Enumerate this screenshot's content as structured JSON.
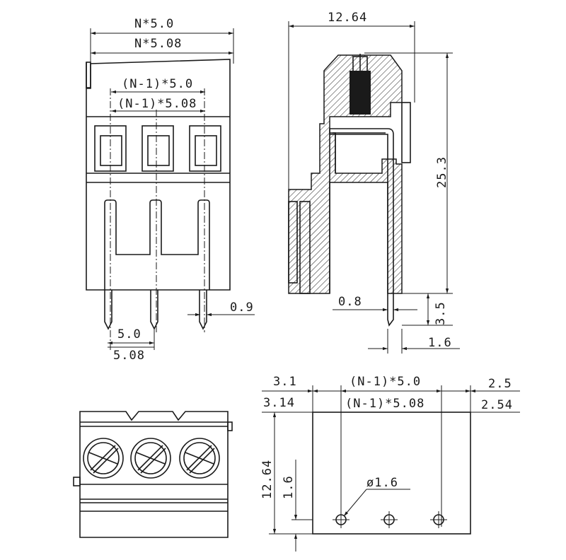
{
  "front_view": {
    "dim_overall_a": "N*5.0",
    "dim_overall_b": "N*5.08",
    "dim_pitch_span_a": "(N-1)*5.0",
    "dim_pitch_span_b": "(N-1)*5.08",
    "dim_pitch_a": "5.0",
    "dim_pitch_b": "5.08",
    "dim_pin_width": "0.9"
  },
  "side_view": {
    "dim_depth": "12.64",
    "dim_height": "25.3",
    "dim_pin_thickness": "0.8",
    "dim_pin_length": "3.5",
    "dim_pin_offset": "1.6"
  },
  "footprint_view": {
    "dim_left_edge_a": "3.1",
    "dim_left_edge_b": "3.14",
    "dim_span_a": "(N-1)*5.0",
    "dim_span_b": "(N-1)*5.08",
    "dim_right_edge_a": "2.5",
    "dim_right_edge_b": "2.54",
    "dim_body_depth": "12.64",
    "dim_hole_offset": "1.6",
    "dim_hole_diameter": "ø1.6"
  }
}
